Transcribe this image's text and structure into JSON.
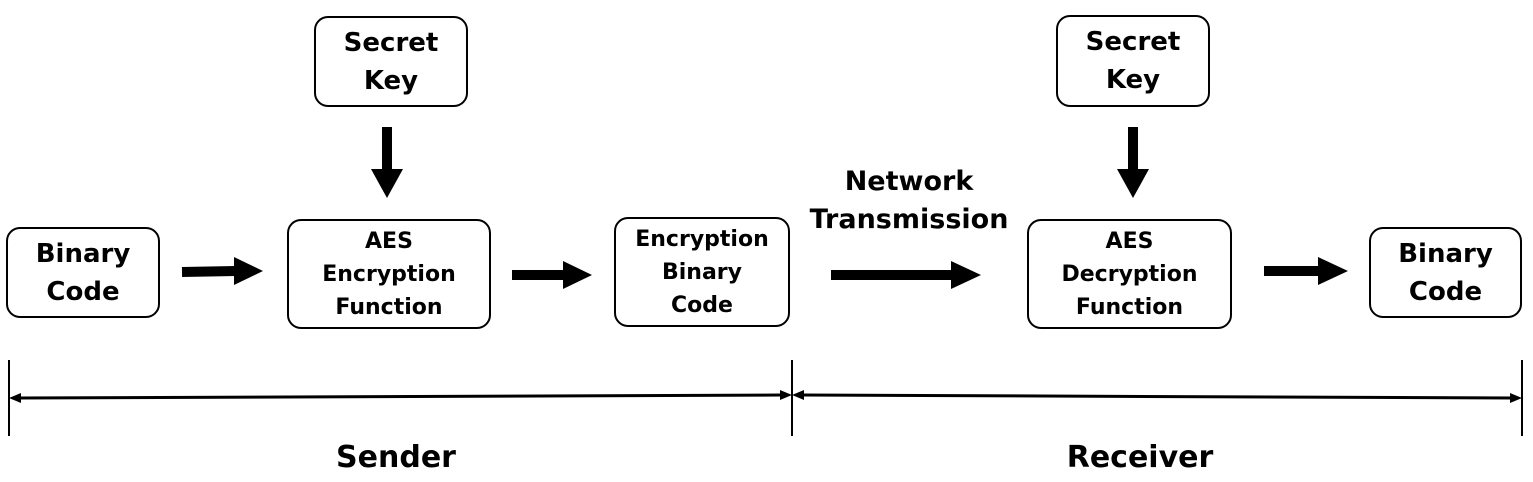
{
  "boxes": {
    "secret_key_1": "Secret\nKey",
    "secret_key_2": "Secret\nKey",
    "binary_code_in": "Binary\nCode",
    "aes_encryption": "AES\nEncryption\nFunction",
    "encryption_binary": "Encryption\nBinary\nCode",
    "aes_decryption": "AES\nDecryption\nFunction",
    "binary_code_out": "Binary\nCode"
  },
  "labels": {
    "network": "Network\nTransmission",
    "sender": "Sender",
    "receiver": "Receiver"
  }
}
